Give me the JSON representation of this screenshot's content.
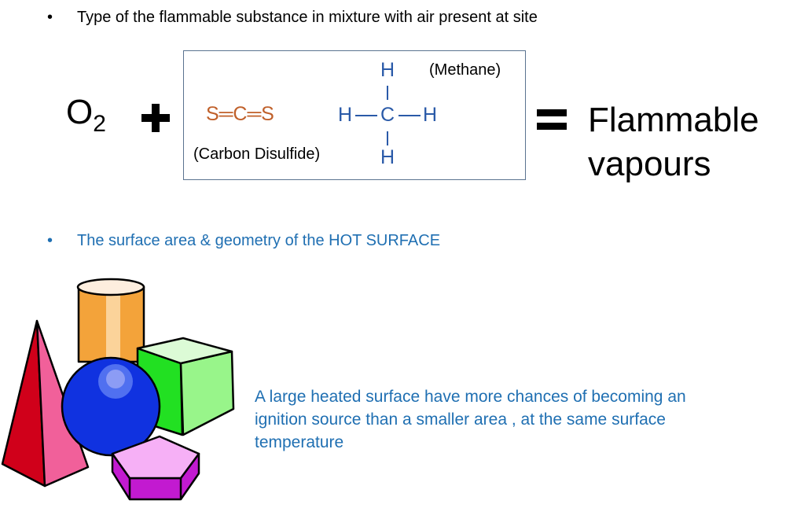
{
  "bullet1": {
    "marker": "•",
    "text": "Type of the flammable substance in mixture with air present at site"
  },
  "equation": {
    "oxygen": "O",
    "oxygen_sub": "2",
    "carbon_disulfide": {
      "formula": "S═C═S",
      "label": "(Carbon Disulfide)"
    },
    "methane": {
      "h": "H",
      "c": "C",
      "label": "(Methane)"
    },
    "result_line1": "Flammable",
    "result_line2": "vapours"
  },
  "bullet2": {
    "marker": "•",
    "text": "The surface area & geometry of the HOT SURFACE"
  },
  "description": "A large heated surface have more chances of becoming an ignition source than a smaller area , at the same surface temperature",
  "colors": {
    "blue_text": "#1f6fb2",
    "cs2": "#c0602a",
    "methane": "#2a5aa8"
  }
}
